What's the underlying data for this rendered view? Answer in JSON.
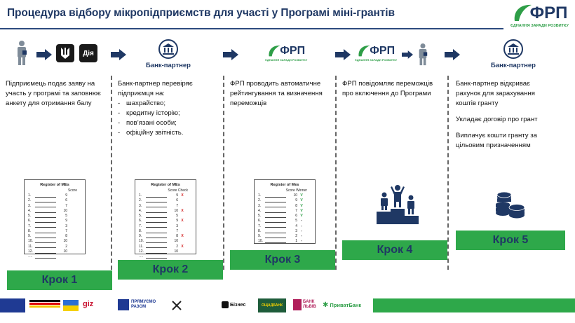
{
  "title": "Процедура відбору мікропідприємств для участі у Програмі міні-грантів",
  "logo": {
    "name": "ФРП",
    "tagline": "ЄДНАННЯ ЗАРАДИ РОЗВИТКУ"
  },
  "diia_label": "Дія",
  "bank_partner_label": "Банк-партнер",
  "colors": {
    "title": "#1f3864",
    "step_green": "#2ea84a",
    "logo_green": "#2e9e47"
  },
  "columns": [
    {
      "text": "Підприємець подає заяву на участь у програмі та заповнює анкету для отримання балу"
    },
    {
      "intro": "Банк-партнер перевіряє підприємця на:",
      "bullets": [
        "шахрайство;",
        "кредитну історію;",
        "пов’язані особи;",
        "офіційну звітність."
      ]
    },
    {
      "text": "ФРП проводить автоматичне рейтингування та визначення переможців"
    },
    {
      "text": "ФРП повідомляє переможців про включення до Програми"
    },
    {
      "paragraphs": [
        "Банк-партнер відкриває рахунок для зарахування коштів гранту",
        "Укладає договір про грант",
        "Виплачує кошти гранту за цільовим призначенням"
      ]
    }
  ],
  "registers": [
    {
      "title": "Register of MEs",
      "col1": "Score",
      "col2": "",
      "rows": [
        {
          "n": "1.",
          "v": "9",
          "m": ""
        },
        {
          "n": "2.",
          "v": "6",
          "m": ""
        },
        {
          "n": "3.",
          "v": "7",
          "m": ""
        },
        {
          "n": "4.",
          "v": "10",
          "m": ""
        },
        {
          "n": "5.",
          "v": "5",
          "m": ""
        },
        {
          "n": "6.",
          "v": "9",
          "m": ""
        },
        {
          "n": "7.",
          "v": "3",
          "m": ""
        },
        {
          "n": "8.",
          "v": "7",
          "m": ""
        },
        {
          "n": "9.",
          "v": "8",
          "m": ""
        },
        {
          "n": "10.",
          "v": "10",
          "m": ""
        },
        {
          "n": "11.",
          "v": "2",
          "m": ""
        },
        {
          "n": "12.",
          "v": "10",
          "m": ""
        },
        {
          "n": "….",
          "v": "",
          "m": ""
        }
      ]
    },
    {
      "title": "Register of MEs",
      "col1": "Score",
      "col2": "Check",
      "rows": [
        {
          "n": "1.",
          "v": "9",
          "m": "X"
        },
        {
          "n": "2.",
          "v": "6",
          "m": ""
        },
        {
          "n": "3.",
          "v": "7",
          "m": ""
        },
        {
          "n": "4.",
          "v": "10",
          "m": "X"
        },
        {
          "n": "5.",
          "v": "5",
          "m": ""
        },
        {
          "n": "6.",
          "v": "9",
          "m": "X"
        },
        {
          "n": "7.",
          "v": "3",
          "m": ""
        },
        {
          "n": "8.",
          "v": "7",
          "m": ""
        },
        {
          "n": "9.",
          "v": "8",
          "m": "X"
        },
        {
          "n": "10.",
          "v": "10",
          "m": ""
        },
        {
          "n": "11.",
          "v": "2",
          "m": "X"
        },
        {
          "n": "12.",
          "v": "10",
          "m": ""
        },
        {
          "n": "….",
          "v": "",
          "m": ""
        }
      ]
    },
    {
      "title": "Register of Mes",
      "col1": "Score",
      "col2": "Winner",
      "rows": [
        {
          "n": "1.",
          "v": "10",
          "m": "V"
        },
        {
          "n": "2.",
          "v": "9",
          "m": "V"
        },
        {
          "n": "3.",
          "v": "8",
          "m": "V"
        },
        {
          "n": "4.",
          "v": "7",
          "m": "V"
        },
        {
          "n": "5.",
          "v": "6",
          "m": "V"
        },
        {
          "n": "6.",
          "v": "5",
          "m": "-"
        },
        {
          "n": "7.",
          "v": "4",
          "m": "-"
        },
        {
          "n": "8.",
          "v": "3",
          "m": "-"
        },
        {
          "n": "9.",
          "v": "2",
          "m": "-"
        },
        {
          "n": "10.",
          "v": "1",
          "m": "-"
        }
      ]
    }
  ],
  "steps": [
    "Крок 1",
    "Крок 2",
    "Крок 3",
    "Крок 4",
    "Крок 5"
  ],
  "footer_logos": [
    "ПРЯМУЄМО РАЗОМ",
    "Бізнес",
    "ОЩАДБАНК",
    "БАНК ЛЬВІВ",
    "ПриватБанк",
    "giz"
  ]
}
